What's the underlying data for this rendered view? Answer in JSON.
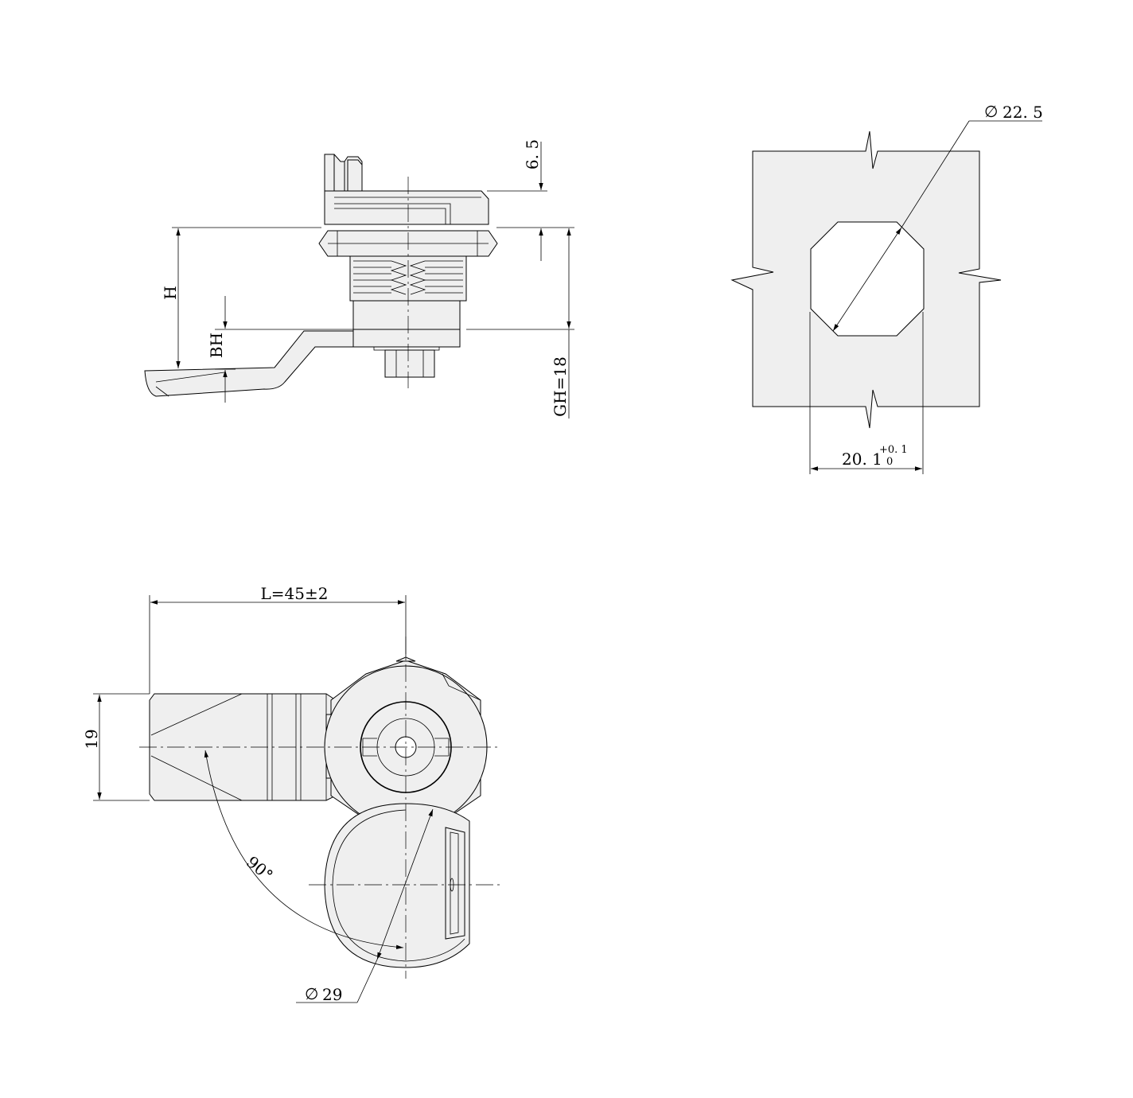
{
  "dimensions": {
    "side_view": {
      "d_6_5": "6. 5",
      "h": "H",
      "bh": "BH",
      "gh": "GH=18"
    },
    "cutout": {
      "diameter_symbol": "∅",
      "diameter": "22. 5",
      "width": "20. 1",
      "tol_upper": "+0. 1",
      "tol_lower": "0"
    },
    "front_view": {
      "length": "L=45±2",
      "height": "19",
      "angle": "90°",
      "diameter_symbol": "∅",
      "diameter": "29"
    }
  }
}
